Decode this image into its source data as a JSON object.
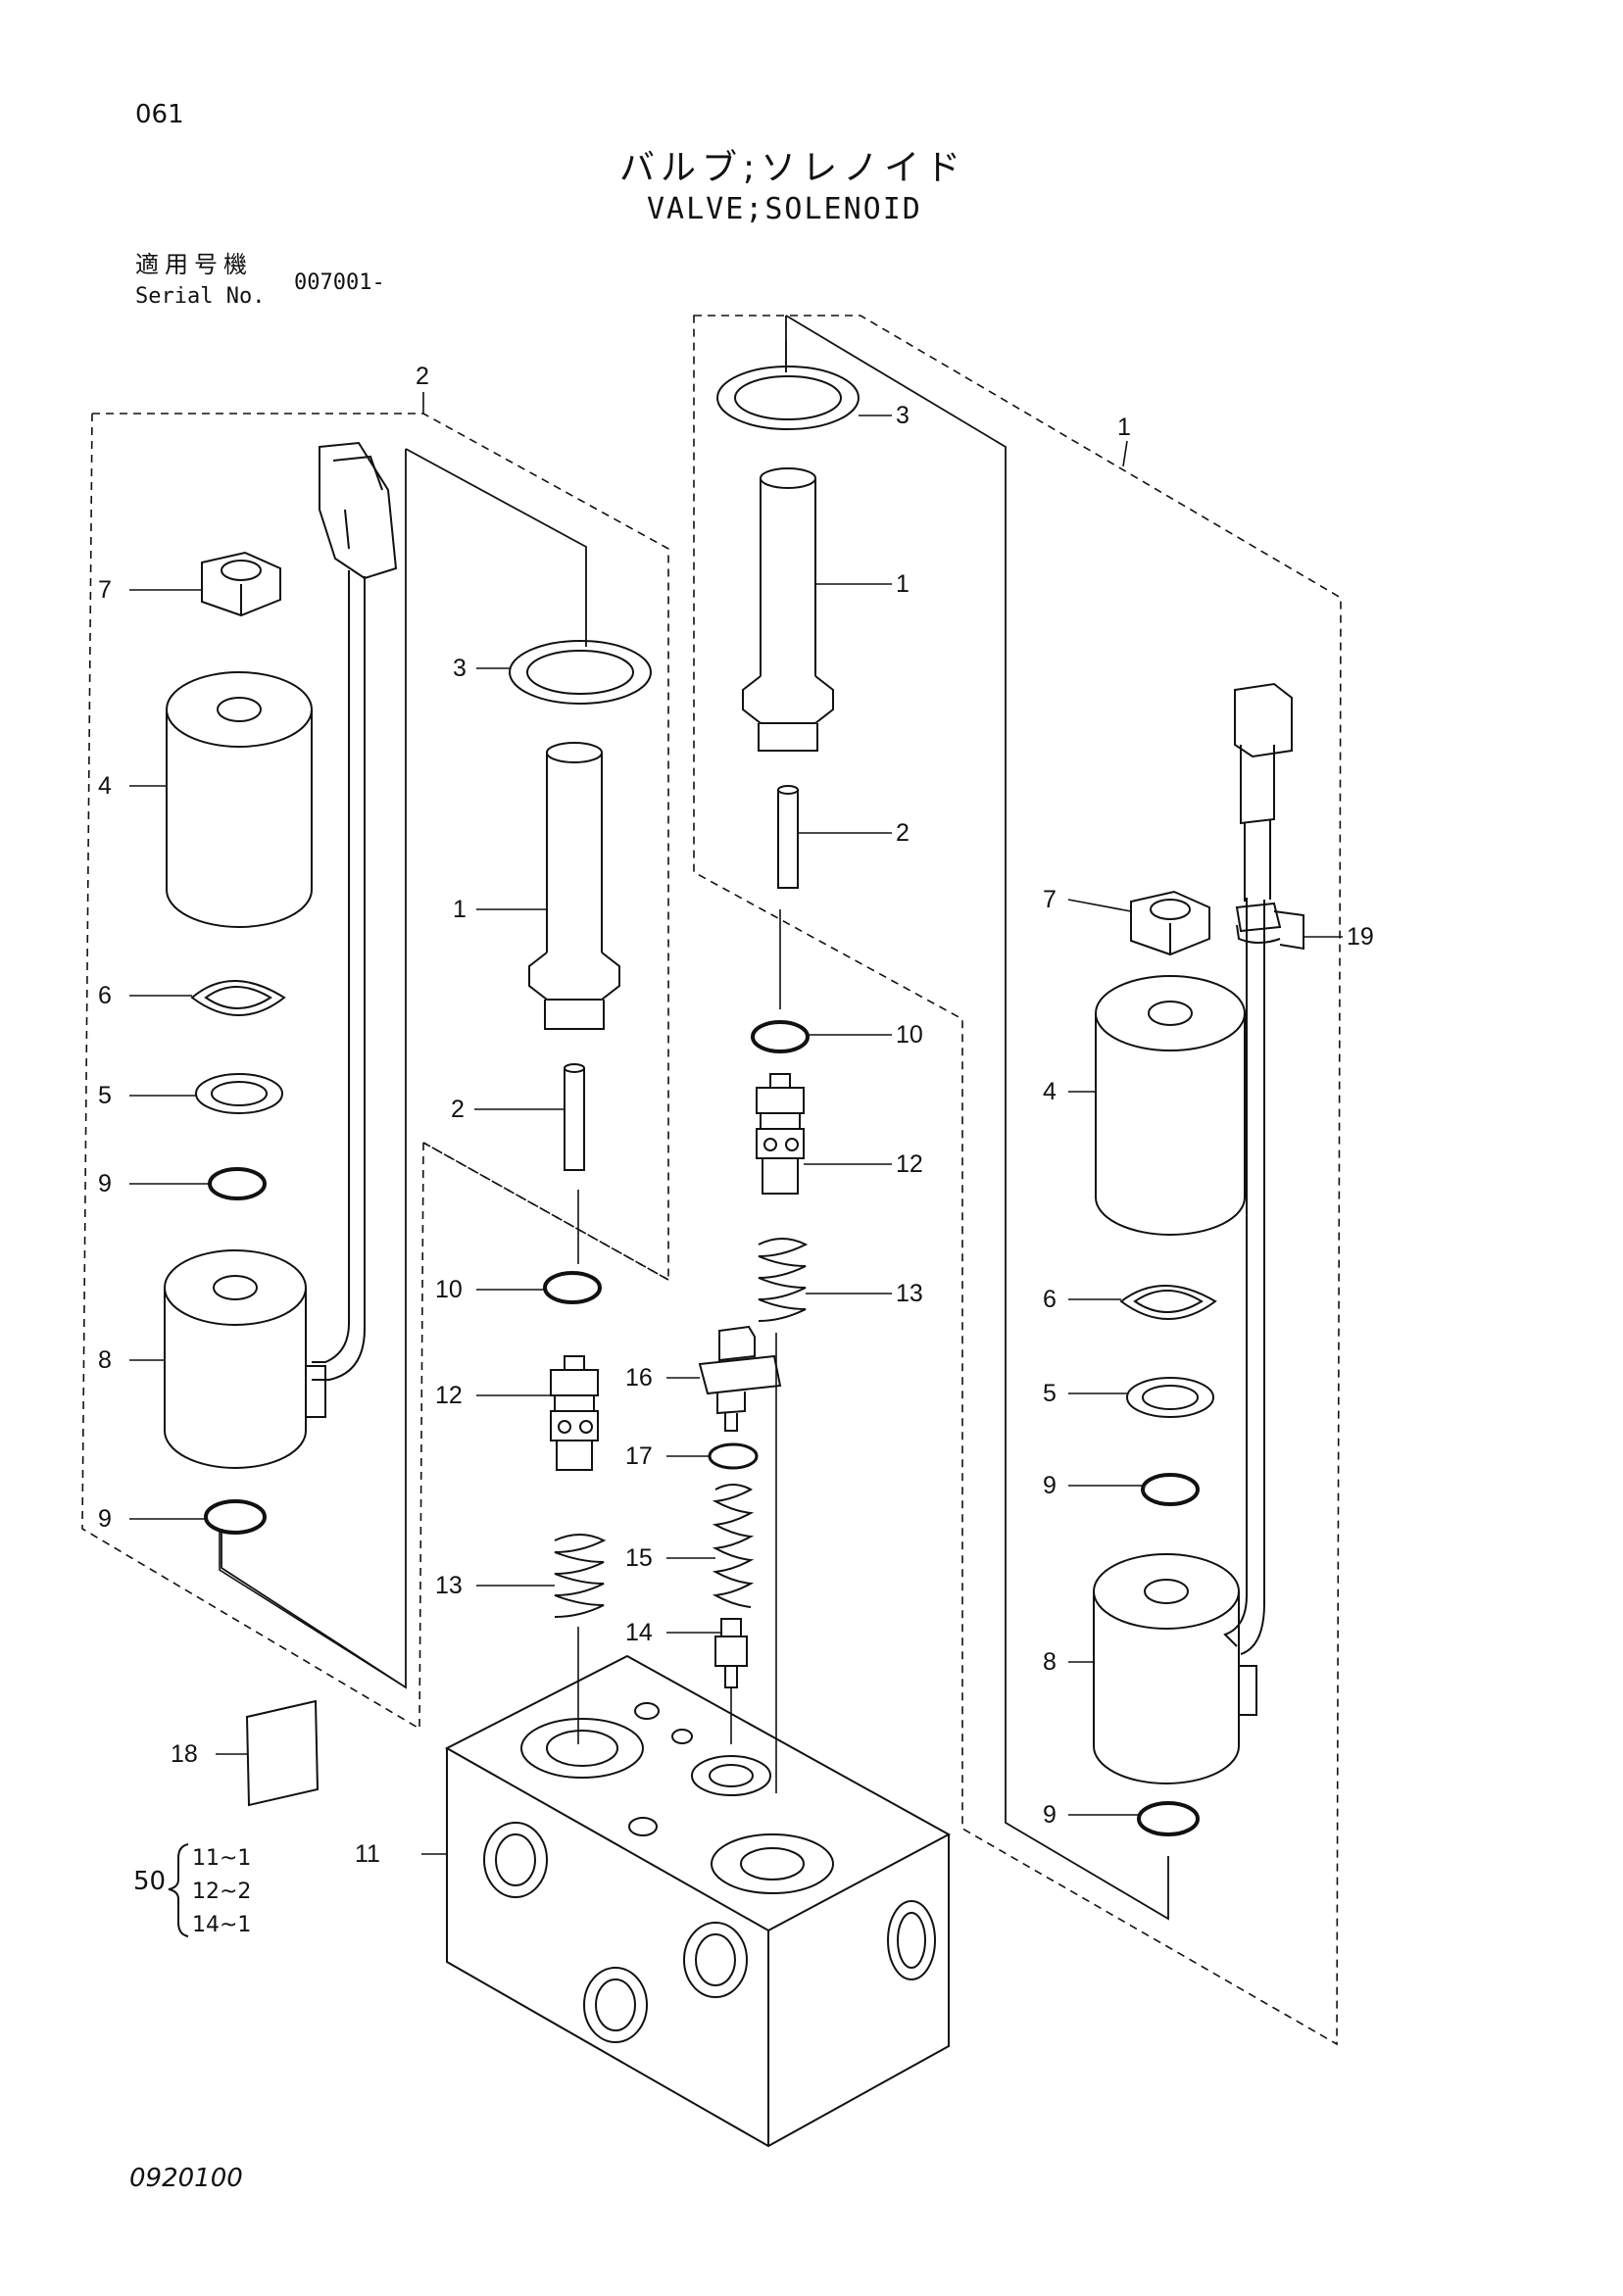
{
  "header": {
    "page_number": "061",
    "title_jp": "バルブ;ソレノイド",
    "title_en": "VALVE;SOLENOID",
    "serial_label_jp": "適用号機",
    "serial_label_en": "Serial No.",
    "serial_value": "007001-"
  },
  "footer": {
    "drawing_number": "0920100"
  },
  "parts_set": {
    "set_number": "50",
    "items": [
      "11~1",
      "12~2",
      "14~1"
    ]
  },
  "callouts": {
    "assy_1": "1",
    "assy_2": "2",
    "left_3": "3",
    "left_1": "1",
    "left_2": "2",
    "left_7": "7",
    "left_4": "4",
    "left_6": "6",
    "left_5": "5",
    "left_9a": "9",
    "left_8": "8",
    "left_9b": "9",
    "left_10": "10",
    "left_12": "12",
    "left_13": "13",
    "center_16": "16",
    "center_17": "17",
    "center_15": "15",
    "center_14": "14",
    "part_18": "18",
    "part_11": "11",
    "right_3": "3",
    "right_1": "1",
    "right_2": "2",
    "right_10": "10",
    "right_12": "12",
    "right_13": "13",
    "right_7": "7",
    "right_19": "19",
    "right_4": "4",
    "right_6": "6",
    "right_5": "5",
    "right_9a": "9",
    "right_8": "8",
    "right_9b": "9"
  }
}
